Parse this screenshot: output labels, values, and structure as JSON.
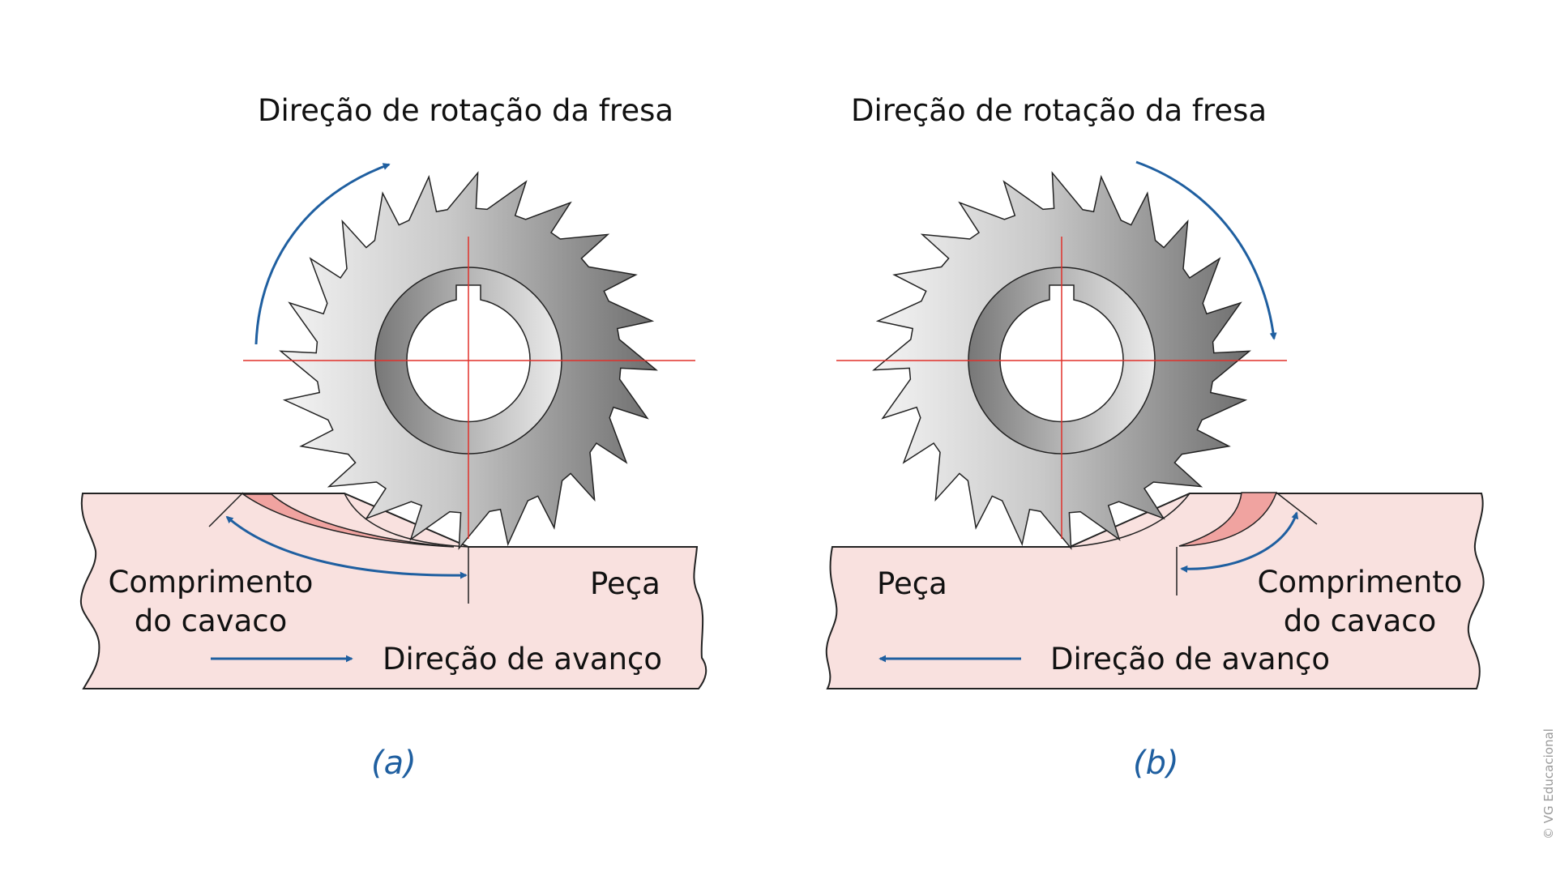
{
  "panel_a": {
    "rotation_label": "Direção de rotação da fresa",
    "chip_length_line1": "Comprimento",
    "chip_length_line2": "do cavaco",
    "workpiece_label": "Peça",
    "feed_label": "Direção de avanço",
    "caption": "(a)"
  },
  "panel_b": {
    "rotation_label": "Direção de rotação da fresa",
    "chip_length_line1": "Comprimento",
    "chip_length_line2": "do cavaco",
    "workpiece_label": "Peça",
    "feed_label": "Direção de avanço",
    "caption": "(b)"
  },
  "credit": "© VG Educacional",
  "colors": {
    "workpiece_fill": "#f9e1df",
    "chip_fill": "#f0a3a0",
    "arrow": "#1f5fa0",
    "centerline": "#e0302a"
  }
}
